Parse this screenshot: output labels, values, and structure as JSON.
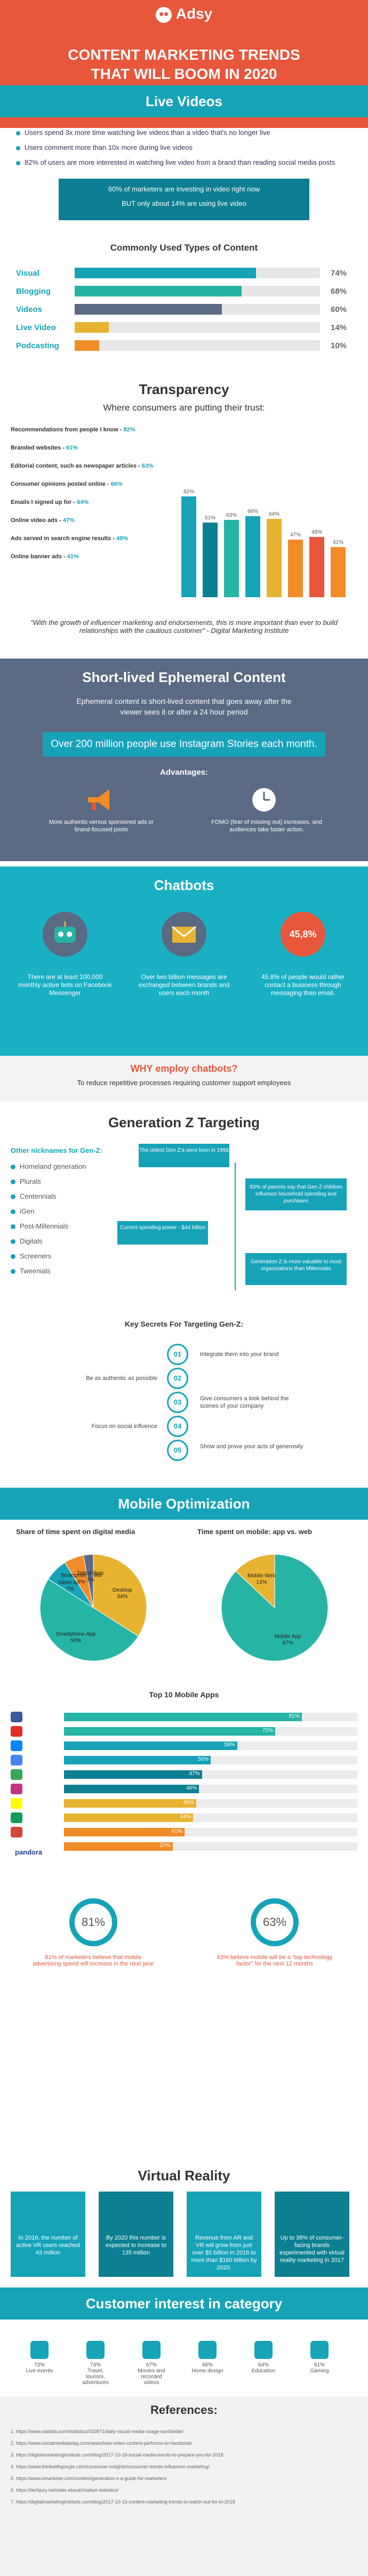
{
  "header": {
    "brand": "Adsy",
    "title_line1": "CONTENT MARKETING TRENDS",
    "title_line2": "THAT WILL BOOM IN 2020"
  },
  "colors": {
    "primary": "#16a3b8",
    "header": "#e8563b",
    "slate": "#5a6a82",
    "accent_orange": "#f28c28"
  },
  "live_videos": {
    "title": "Live Videos",
    "stats": [
      "Users spend 3x more time watching live videos than a video that's no longer live",
      "Users comment more than 10x more during live videos",
      "82% of users are more interested in watching live video from a brand than reading social media posts"
    ],
    "callout_line1": "60% of marketers are investing in video right now",
    "callout_line2": "BUT only about 14% are using live video"
  },
  "content_types": {
    "title": "Commonly Used Types of Content",
    "rows": [
      {
        "label": "Visual",
        "value": 74,
        "pct": "74%",
        "color": "#16a3b8"
      },
      {
        "label": "Blogging",
        "value": 68,
        "pct": "68%",
        "color": "#26b5a5"
      },
      {
        "label": "Videos",
        "value": 60,
        "pct": "60%",
        "color": "#5a6a82"
      },
      {
        "label": "Live Video",
        "value": 14,
        "pct": "14%",
        "color": "#e8b331"
      },
      {
        "label": "Podcasting",
        "value": 10,
        "pct": "10%",
        "color": "#f28c28"
      }
    ]
  },
  "transparency": {
    "title": "Transparency",
    "subtitle": "Where consumers are putting their trust:",
    "items": [
      {
        "label": "Recommendations from people I know -",
        "value": "82%"
      },
      {
        "label": "Branded websites -",
        "value": "61%"
      },
      {
        "label": "Editorial content, such as newspaper articles -",
        "value": "63%"
      },
      {
        "label": "Consumer opinions posted online -",
        "value": "66%"
      },
      {
        "label": "Emails I signed up for -",
        "value": "64%"
      },
      {
        "label": "Online video ads -",
        "value": "47%"
      },
      {
        "label": "Ads served in search engine results -",
        "value": "49%"
      },
      {
        "label": "Online banner ads -",
        "value": "41%"
      }
    ],
    "bars": [
      82,
      61,
      63,
      66,
      64,
      47,
      49,
      41
    ],
    "bar_labels": [
      "82%",
      "61%",
      "63%",
      "66%",
      "64%",
      "47%",
      "49%",
      "41%"
    ],
    "quote": "\"With the growth of influencer marketing and endorsements, this is more important than ever to build relationships with the cautious customer\" - Digital Marketing Institute"
  },
  "ephemeral": {
    "title": "Short-lived Ephemeral Content",
    "desc": "Ephemeral content is short-lived content that goes away after the viewer sees it or after a 24 hour period",
    "box": "Over 200 million people use Instagram Stories each month.",
    "advantages_title": "Advantages:",
    "adv1": "More authentic versus sponsored ads or brand-focused posts",
    "adv2": "FOMO (fear of missing out) increases, and audiences take faster action."
  },
  "chatbots": {
    "title": "Chatbots",
    "stat1": "There are at least 100,000 monthly active bots on Facebook Messenger",
    "stat2": "Over two billion messages are exchanged between brands and users each month",
    "stat3_value": "45,8%",
    "stat3": "45.8% of people would rather contact a business through messaging than email.",
    "why_title": "WHY employ chatbots?",
    "why_text": "To reduce repetitive processes requiring customer support employees"
  },
  "genz": {
    "title": "Generation Z Targeting",
    "nick_title": "Other nicknames for Gen-Z:",
    "nicknames": [
      "Homeland generation",
      "Plurals",
      "Centennials",
      "iGen",
      "Post-Millennials",
      "Digitals",
      "Screeners",
      "Tweenials"
    ],
    "cards": [
      "The oldest Gen Z'a were born in 1998",
      "93% of parents say that Gen Z children influence household spending and purchases",
      "Current spending power - $44 billion",
      "Generation Z is more valuable to most organizations than Millennials"
    ],
    "secrets_title": "Key Secrets For Targeting Gen-Z:",
    "secrets": [
      {
        "n": "01",
        "text": "Integrate them into your brand"
      },
      {
        "n": "02",
        "text": "Be as authentic as possible"
      },
      {
        "n": "03",
        "text": "Give consumers a look behind the scenes of your company"
      },
      {
        "n": "04",
        "text": "Focus on social influence"
      },
      {
        "n": "05",
        "text": "Show and prove your acts of generosity"
      }
    ]
  },
  "mobile": {
    "title": "Mobile Optimization",
    "left_title": "Share of time spent on digital media",
    "right_title": "Time spent on mobile: app vs. web",
    "left_pie": [
      {
        "label": "Desktop",
        "pct": "34%",
        "value": 34,
        "color": "#e8b331"
      },
      {
        "label": "Smartphone App",
        "pct": "50%",
        "value": 50,
        "color": "#26b5a5"
      },
      {
        "label": "Tablet App",
        "pct": "7%",
        "value": 7,
        "color": "#16a3b8"
      },
      {
        "label": "Smartphone Web",
        "pct": "6%",
        "value": 6,
        "color": "#f28c28"
      },
      {
        "label": "Tablet Web",
        "pct": "3%",
        "value": 3,
        "color": "#5a6a82"
      }
    ],
    "right_pie": [
      {
        "label": "Mobile App",
        "pct": "87%",
        "value": 87,
        "color": "#26b5a5"
      },
      {
        "label": "Mobile Web",
        "pct": "13%",
        "value": 13,
        "color": "#e8b331"
      }
    ],
    "top_apps_title": "Top 10 Mobile Apps",
    "apps": [
      {
        "name": "facebook-icon",
        "value": 81,
        "pct": "81%",
        "color": "#26b5a5",
        "icon_color": "#3b5998"
      },
      {
        "name": "youtube-icon",
        "value": 72,
        "pct": "72%",
        "color": "#26b5a5",
        "icon_color": "#e52d27"
      },
      {
        "name": "messenger-icon",
        "value": 59,
        "pct": "59%",
        "color": "#16a3b8",
        "icon_color": "#0084ff"
      },
      {
        "name": "google-search-icon",
        "value": 50,
        "pct": "50%",
        "color": "#16a3b8",
        "icon_color": "#4285f4"
      },
      {
        "name": "google-play-icon",
        "value": 47,
        "pct": "47%",
        "color": "#0d7f92",
        "icon_color": "#34a853"
      },
      {
        "name": "instagram-icon",
        "value": 46,
        "pct": "46%",
        "color": "#0d7f92",
        "icon_color": "#c13584"
      },
      {
        "name": "snapchat-icon",
        "value": 45,
        "pct": "45%",
        "color": "#e8b331",
        "icon_color": "#fffc00"
      },
      {
        "name": "google-maps-icon",
        "value": 44,
        "pct": "44%",
        "color": "#e8b331",
        "icon_color": "#0f9d58"
      },
      {
        "name": "gmail-icon",
        "value": 41,
        "pct": "41%",
        "color": "#f28c28",
        "icon_color": "#d44638"
      },
      {
        "name": "pandora-icon",
        "value": 37,
        "pct": "37%",
        "color": "#f28c28",
        "icon_color": "#224099"
      }
    ],
    "pandora_label": "pandora",
    "big1": "81%",
    "big1_text": "81% of marketers believe that mobile advertising spend will increase in the next year",
    "big2": "63%",
    "big2_text": "63% believe mobile will be a \"top technology factor\" for the next 12 months"
  },
  "vr": {
    "title": "Virtual Reality",
    "cards": [
      "In 2016, the number of active VR users reached 43 million",
      "By 2020 this number is expected to increase to 135 million",
      "Revenue from AR and VR will grow from just over $5 billion in 2016 to more than $160 billion by 2020.",
      "Up to 38% of consumer-facing brands experimented with virtual reality marketing in 2017"
    ]
  },
  "customer": {
    "title": "Customer interest in category",
    "items": [
      {
        "pct": "73%",
        "label": "Live events"
      },
      {
        "pct": "74%",
        "label": "Travel, tourism, adventures"
      },
      {
        "pct": "67%",
        "label": "Movies and recorded videos"
      },
      {
        "pct": "66%",
        "label": "Home design"
      },
      {
        "pct": "64%",
        "label": "Education"
      },
      {
        "pct": "61%",
        "label": "Gaming"
      }
    ]
  },
  "references": {
    "title": "References:",
    "lines": [
      "1. https://www.statista.com/statistics/433871/daily-social-media-usage-worldwide/",
      "2. https://www.socialmediatoday.com/news/how-video-content-performs-on-facebook/",
      "3. https://digitalmarketinginstitute.com/blog/2017-10-16-social-media-trends-to-prepare-you-for-2018",
      "4. https://www.thinkwithgoogle.com/consumer-insights/consumer-trends-influencer-marketing/",
      "5. https://www.emarketer.com/content/generation-z-a-guide-for-marketers",
      "6. https://techjury.net/stats-about/chatbot-statistics/",
      "7. https://digitalmarketinginstitute.com/blog/2017-10-15-content-marketing-trends-to-watch-out-for-in-2018"
    ]
  }
}
